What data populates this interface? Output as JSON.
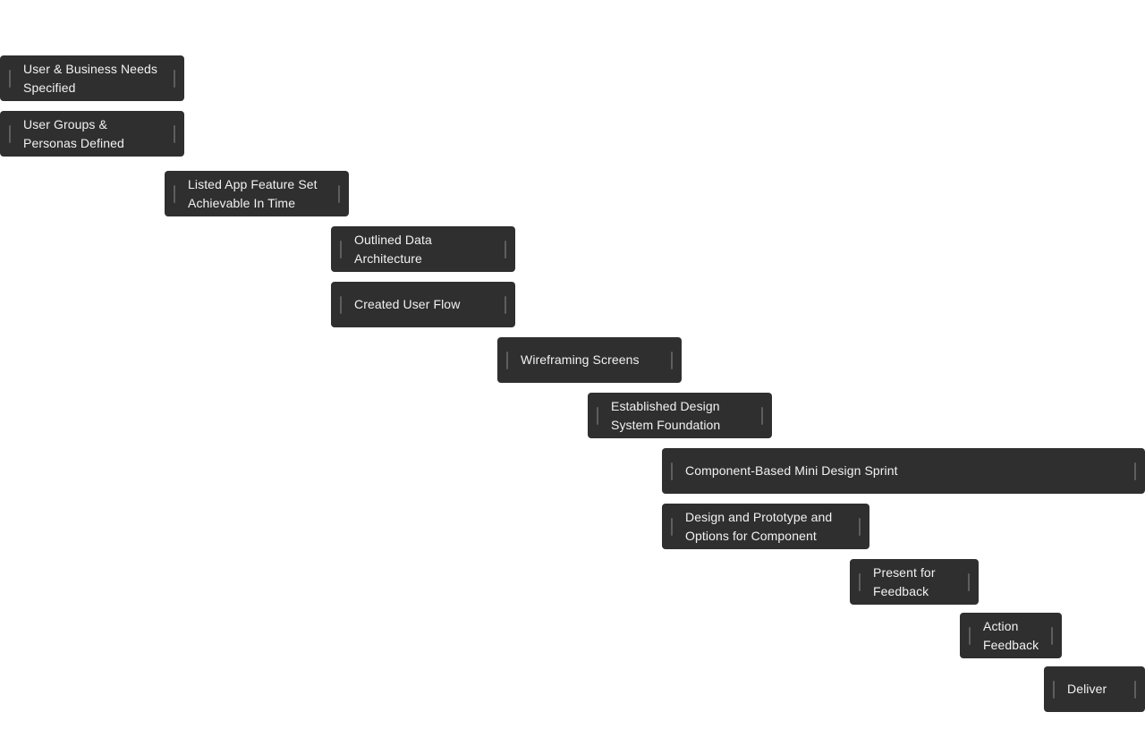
{
  "tasks": [
    {
      "label": "User & Business Needs Specified"
    },
    {
      "label": "User Groups & Personas Defined"
    },
    {
      "label": "Listed App Feature Set Achievable In Time"
    },
    {
      "label": "Outlined Data Architecture"
    },
    {
      "label": "Created User Flow"
    },
    {
      "label": "Wireframing Screens"
    },
    {
      "label": "Established Design System Foundation"
    },
    {
      "label": "Component-Based Mini Design Sprint"
    },
    {
      "label": "Design and Prototype and Options for Component"
    },
    {
      "label": "Present for Feedback"
    },
    {
      "label": "Action Feedback"
    },
    {
      "label": "Deliver"
    }
  ],
  "colors": {
    "bar": "#2f2f2f",
    "text": "#f2f2f2",
    "handle": "#5e5e5e",
    "background": "#ffffff"
  }
}
